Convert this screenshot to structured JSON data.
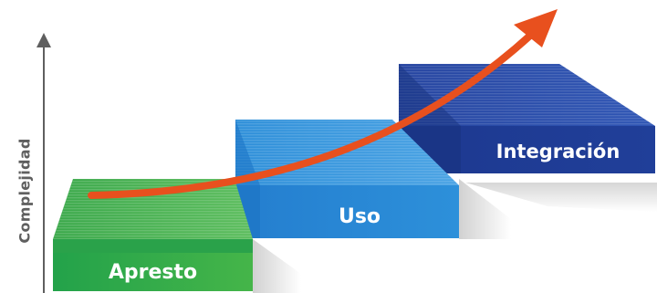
{
  "axis": {
    "label": "Complejidad"
  },
  "steps": [
    {
      "label": "Apresto",
      "color": "#3aa84a"
    },
    {
      "label": "Uso",
      "color": "#2d8fd8"
    },
    {
      "label": "Integración",
      "color": "#1f3d96"
    }
  ],
  "trend_arrow": {
    "color": "#e8501e"
  }
}
